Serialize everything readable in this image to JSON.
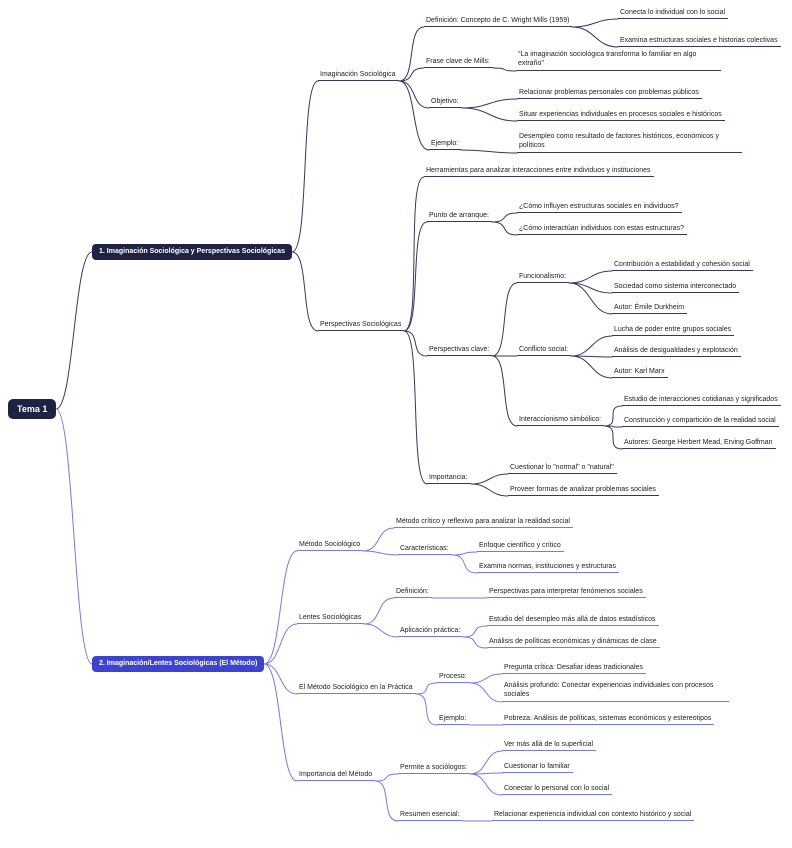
{
  "colors": {
    "root_bg": "#1e2346",
    "branch1_pill_bg": "#1e2346",
    "branch2_pill_bg": "#3d43cd",
    "branch1_line": "#33395f",
    "branch2_line": "#7479e8",
    "text": "#222222"
  },
  "tree": {
    "label": "Tema 1",
    "children": [
      {
        "label": "1. Imaginación Sociológica y Perspectivas Sociológicas",
        "children": [
          {
            "label": "Imaginación Sociológica",
            "children": [
              {
                "label": "Definición: Concepto de C. Wright Mills (1959)",
                "children": [
                  {
                    "label": "Conecta lo individual con lo social"
                  },
                  {
                    "label": "Examina estructuras sociales e historias colectivas"
                  }
                ]
              },
              {
                "label": "Frase clave de Mills:",
                "children": [
                  {
                    "label": "\"La imaginación sociológica transforma lo familiar en algo extraño\""
                  }
                ]
              },
              {
                "label": "Objetivo:",
                "children": [
                  {
                    "label": "Relacionar problemas personales con problemas públicos"
                  },
                  {
                    "label": "Situar experiencias individuales en procesos sociales e históricos"
                  }
                ]
              },
              {
                "label": "Ejemplo:",
                "children": [
                  {
                    "label": "Desempleo como resultado de factores históricos, económicos y políticos"
                  }
                ]
              }
            ]
          },
          {
            "label": "Perspectivas Sociológicas",
            "children": [
              {
                "label": "Herramientas para analizar interacciones entre individuos y instituciones"
              },
              {
                "label": "Punto de arranque:",
                "children": [
                  {
                    "label": "¿Cómo influyen estructuras sociales en individuos?"
                  },
                  {
                    "label": "¿Cómo interactúan individuos con estas estructuras?"
                  }
                ]
              },
              {
                "label": "Perspectivas clave:",
                "children": [
                  {
                    "label": "Funcionalismo:",
                    "children": [
                      {
                        "label": "Contribución a estabilidad y cohesión social"
                      },
                      {
                        "label": "Sociedad como sistema interconectado"
                      },
                      {
                        "label": "Autor: Émile Durkheim"
                      }
                    ]
                  },
                  {
                    "label": "Conflicto social:",
                    "children": [
                      {
                        "label": "Lucha de poder entre grupos sociales"
                      },
                      {
                        "label": "Análisis de desigualdades y explotación"
                      },
                      {
                        "label": "Autor: Karl Marx"
                      }
                    ]
                  },
                  {
                    "label": "Interaccionismo simbólico:",
                    "children": [
                      {
                        "label": "Estudio de interacciones cotidianas y significados"
                      },
                      {
                        "label": "Construcción y compartición de la realidad social"
                      },
                      {
                        "label": "Autores: George Herbert Mead, Erving Goffman"
                      }
                    ]
                  }
                ]
              },
              {
                "label": "Importancia:",
                "children": [
                  {
                    "label": "Cuestionar lo \"normal\" o \"natural\""
                  },
                  {
                    "label": "Proveer formas de analizar problemas sociales"
                  }
                ]
              }
            ]
          }
        ]
      },
      {
        "label": "2. Imaginación/Lentes Sociológicas (El Método)",
        "children": [
          {
            "label": "Método Sociológico",
            "children": [
              {
                "label": "Método crítico y reflexivo para analizar la realidad social"
              },
              {
                "label": "Características:",
                "children": [
                  {
                    "label": "Enfoque científico y crítico"
                  },
                  {
                    "label": "Examina normas, instituciones y estructuras"
                  }
                ]
              }
            ]
          },
          {
            "label": "Lentes Sociológicas",
            "children": [
              {
                "label": "Definición:",
                "children": [
                  {
                    "label": "Perspectivas para interpretar fenómenos sociales"
                  }
                ]
              },
              {
                "label": "Aplicación práctica:",
                "children": [
                  {
                    "label": "Estudio del desempleo más allá de datos estadísticos"
                  },
                  {
                    "label": "Análisis de políticas económicas y dinámicas de clase"
                  }
                ]
              }
            ]
          },
          {
            "label": "El Método Sociológico en la Práctica",
            "children": [
              {
                "label": "Proceso:",
                "children": [
                  {
                    "label": "Pregunta crítica: Desafiar ideas tradicionales"
                  },
                  {
                    "label": "Análisis profundo: Conectar experiencias individuales con procesos sociales"
                  }
                ]
              },
              {
                "label": "Ejemplo:",
                "children": [
                  {
                    "label": "Pobreza: Análisis de políticas, sistemas económicos y estereotipos"
                  }
                ]
              }
            ]
          },
          {
            "label": "Importancia del Método",
            "children": [
              {
                "label": "Permite a sociólogos:",
                "children": [
                  {
                    "label": "Ver más allá de lo superficial"
                  },
                  {
                    "label": "Cuestionar lo familiar"
                  },
                  {
                    "label": "Conectar lo personal con lo social"
                  }
                ]
              },
              {
                "label": "Resumen esencial:",
                "children": [
                  {
                    "label": "Relacionar experiencia individual con contexto histórico y social"
                  }
                ]
              }
            ]
          }
        ]
      }
    ]
  }
}
